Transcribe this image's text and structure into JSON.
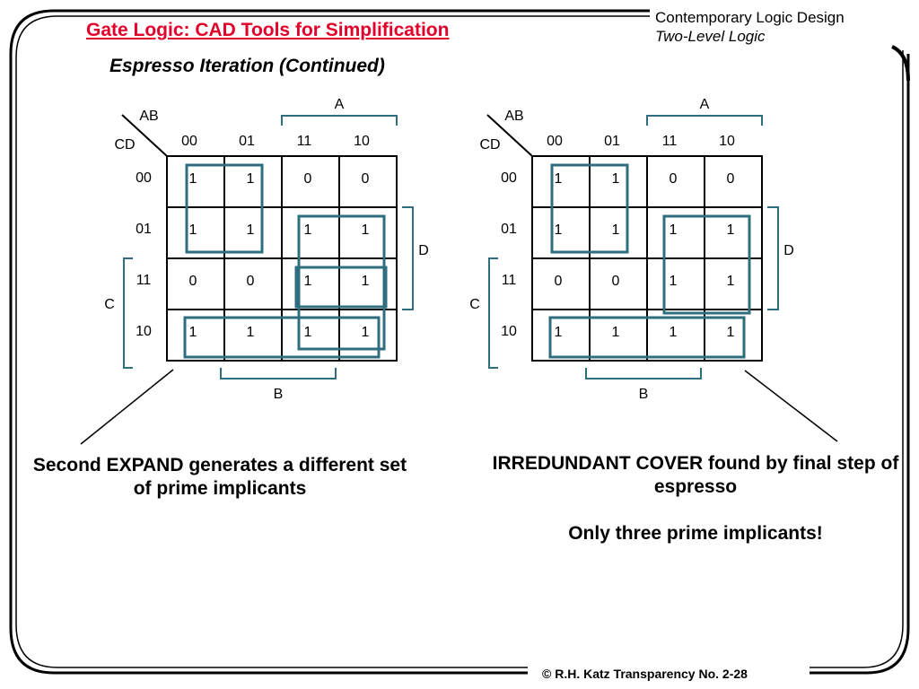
{
  "header": {
    "title": "Gate Logic: CAD Tools for Simplification",
    "subtitle": "Espresso Iteration (Continued)",
    "course_line1": "Contemporary Logic Design",
    "course_line2": "Two-Level Logic"
  },
  "kmap_labels": {
    "row_vars": "CD",
    "col_vars": "AB",
    "col_headers": [
      "00",
      "01",
      "11",
      "10"
    ],
    "row_headers": [
      "00",
      "01",
      "11",
      "10"
    ],
    "var_a": "A",
    "var_b": "B",
    "var_c": "C",
    "var_d": "D"
  },
  "kmaps": [
    {
      "cells": [
        [
          "1",
          "1",
          "0",
          "0"
        ],
        [
          "1",
          "1",
          "1",
          "1"
        ],
        [
          "0",
          "0",
          "1",
          "1"
        ],
        [
          "1",
          "1",
          "1",
          "1"
        ]
      ],
      "implicant_color": "#2e6e7e"
    },
    {
      "cells": [
        [
          "1",
          "1",
          "0",
          "0"
        ],
        [
          "1",
          "1",
          "1",
          "1"
        ],
        [
          "0",
          "0",
          "1",
          "1"
        ],
        [
          "1",
          "1",
          "1",
          "1"
        ]
      ],
      "implicant_color": "#2e6e7e"
    }
  ],
  "captions": {
    "left": "Second EXPAND generates a different set of prime implicants",
    "right": "IRREDUNDANT COVER found by final step of espresso",
    "right_note": "Only three prime implicants!"
  },
  "footer": {
    "text": "© R.H. Katz   Transparency No. 2-28"
  },
  "colors": {
    "title": "#e2002a",
    "bracket": "#2e6e7e"
  }
}
